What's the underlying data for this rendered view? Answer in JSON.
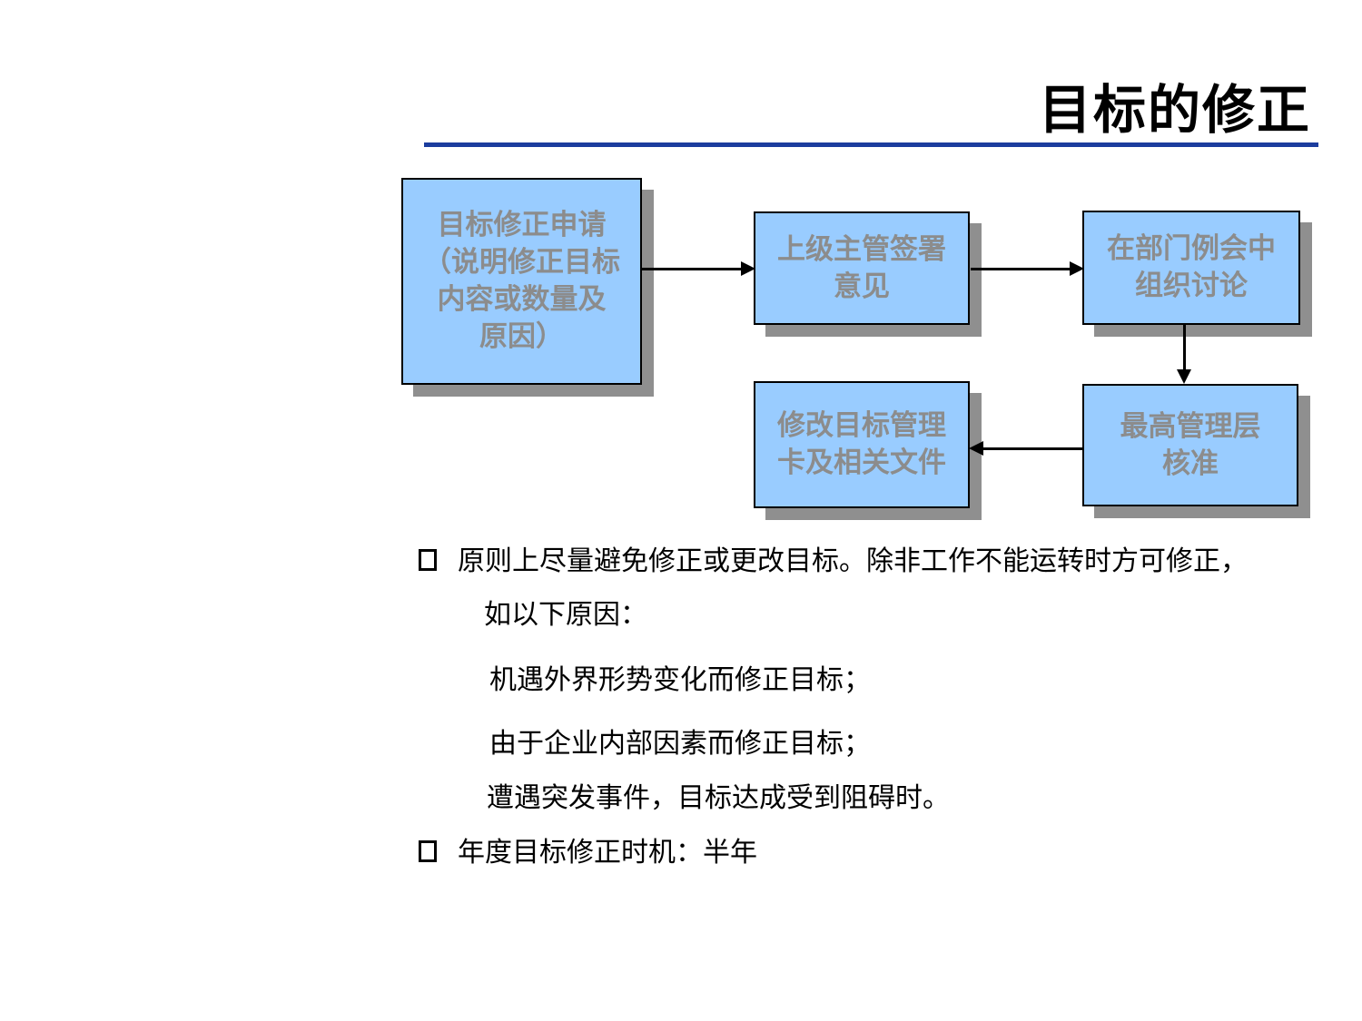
{
  "slide": {
    "title": "目标的修正",
    "accent_color": "#1c3d9e",
    "background_color": "#ffffff"
  },
  "flow": {
    "box_fill": "#99ccff",
    "box_border_color": "#000000",
    "box_text_color": "#8c8c8c",
    "shadow_color": "#8f8f8f",
    "arrow_color": "#000000",
    "nodes": [
      {
        "id": "apply",
        "label": "目标修正申请\n（说明修正目标\n内容或数量及\n原因）"
      },
      {
        "id": "supervisor-sign",
        "label": "上级主管签署\n意见"
      },
      {
        "id": "dept-meeting",
        "label": "在部门例会中\n组织讨论"
      },
      {
        "id": "top-mgmt-approve",
        "label": "最高管理层\n核准"
      },
      {
        "id": "update-card",
        "label": "修改目标管理\n卡及相关文件"
      }
    ],
    "edges": [
      {
        "from": "apply",
        "to": "supervisor-sign",
        "direction": "right"
      },
      {
        "from": "supervisor-sign",
        "to": "dept-meeting",
        "direction": "right"
      },
      {
        "from": "dept-meeting",
        "to": "top-mgmt-approve",
        "direction": "down"
      },
      {
        "from": "top-mgmt-approve",
        "to": "update-card",
        "direction": "left"
      }
    ]
  },
  "bullets": [
    {
      "marker": "□",
      "lines": [
        "原则上尽量避免修正或更改目标。除非工作不能运转时方可修正，",
        "如以下原因："
      ],
      "sub_items": [
        "机遇外界形势变化而修正目标；",
        "由于企业内部因素而修正目标；",
        "遭遇突发事件，目标达成受到阻碍时。"
      ]
    },
    {
      "marker": "□",
      "lines": [
        "年度目标修正时机：半年"
      ]
    }
  ]
}
